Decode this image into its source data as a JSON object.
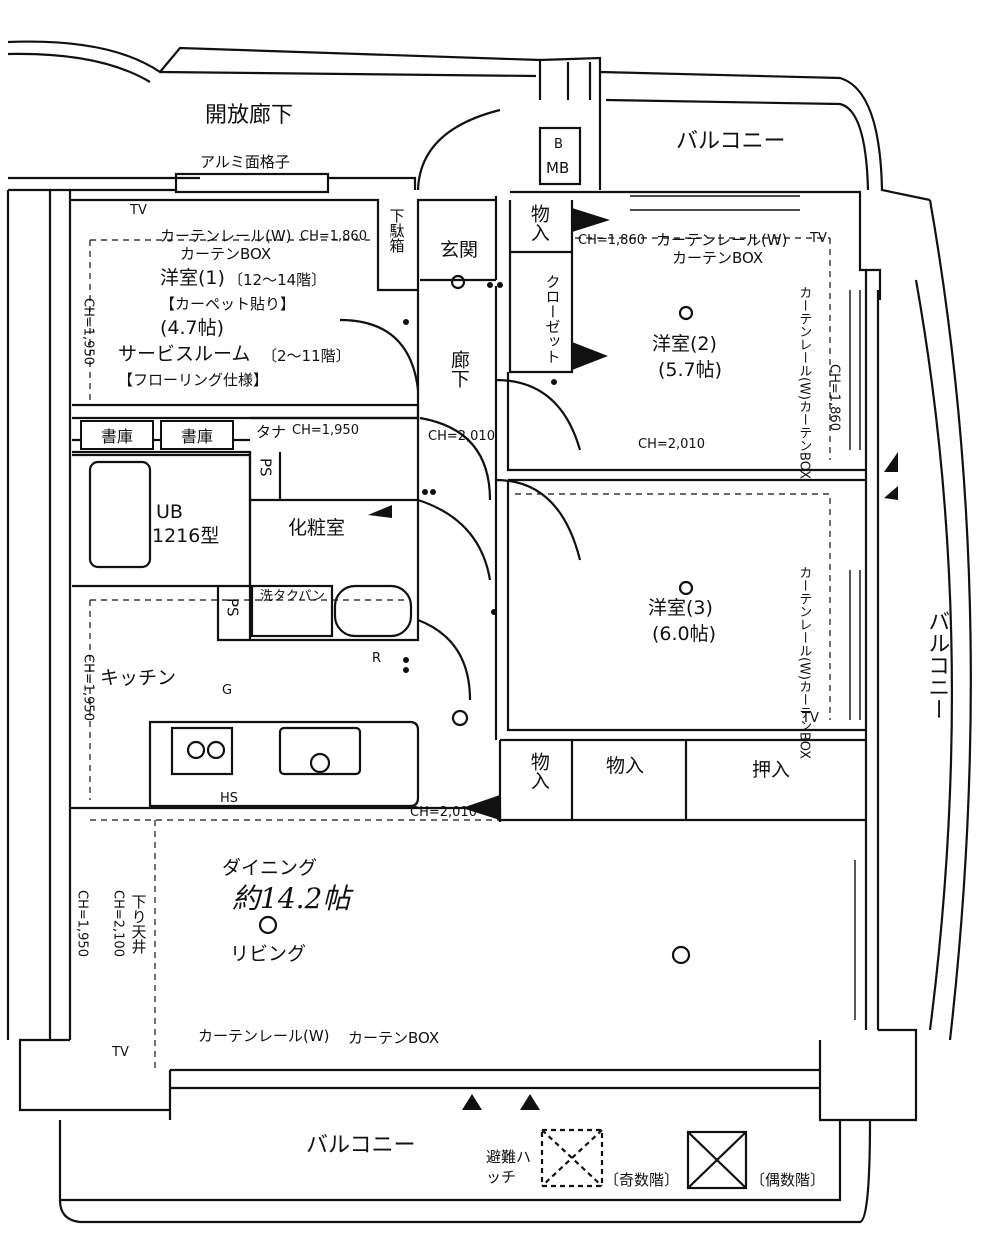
{
  "labels": {
    "open_corridor": "開放廊下",
    "aluminum_grille": "アルミ面格子",
    "mb_b": "B",
    "mb": "MB",
    "balcony_top": "バルコニー",
    "balcony_right": "バルコニー",
    "balcony_bottom": "バルコニー",
    "room1_name": "洋室(1)",
    "room1_floors": "〔12～14階〕",
    "room1_floor_type": "【カーペット貼り】",
    "room1_size": "(4.7帖)",
    "service_room": "サービスルーム",
    "service_room_floors": "〔2～11階〕",
    "flooring": "【フローリング仕様】",
    "curtain_rail_1": "カーテンレール(W)",
    "curtain_box_1": "カーテンBOX",
    "ch_1860_a": "CH=1,860",
    "ch_1950_left": "CH=1,950",
    "shoe_box": "下駄箱",
    "entrance": "玄関",
    "corridor": "廊下",
    "closet": "クローゼット",
    "storage_a": "物入",
    "room2_name": "洋室(2)",
    "room2_size": "(5.7帖)",
    "ch_1860_b": "CH=1,860",
    "curtain_rail_2": "カーテンレール(W)",
    "curtain_box_2": "カーテンBOX",
    "curtain_right_2": "カーテンレール(W)カーテンBOX",
    "ch_1860_right": "CH=1,860",
    "ch_2010_a": "CH=2,010",
    "ch_2010_b": "CH=2,010",
    "ch_2010_c": "CH=2,010",
    "study_a": "書庫",
    "study_b": "書庫",
    "tana": "タナ",
    "ch_1950_toilet": "CH=1,950",
    "ps_a": "PS",
    "ps_b": "PS",
    "ub": "UB",
    "ub_type": "1216型",
    "powder_room": "化粧室",
    "washer_pan": "洗タクパン",
    "room3_name": "洋室(3)",
    "room3_size": "(6.0帖)",
    "curtain_right_3": "カーテンレール(W)カーテンBOX",
    "tv_a": "TV",
    "tv_b": "TV",
    "tv_c": "TV",
    "tv_d": "TV",
    "kitchen": "キッチン",
    "ch_1950_kitchen": "CH=1,950",
    "g_mark": "G",
    "r_mark": "R",
    "hs_mark": "HS",
    "storage_b": "物入",
    "storage_c": "物入",
    "oshiire": "押入",
    "dining": "ダイニング",
    "ldk_size": "約14.2帖",
    "living": "リビング",
    "lowered_ceiling": "下り天井",
    "ch_2100": "CH=2,100",
    "ch_1950_living": "CH=1,950",
    "curtain_rail_ldk": "カーテンレール(W)",
    "curtain_box_ldk": "カーテンBOX",
    "evac_hatch": "避難ハッチ",
    "odd_floor": "〔奇数階〕",
    "even_floor": "〔偶数階〕"
  }
}
